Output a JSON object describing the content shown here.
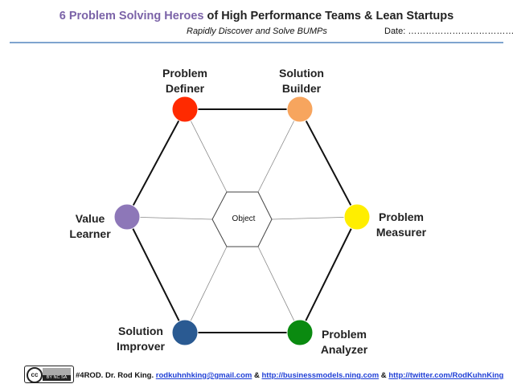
{
  "header": {
    "title_highlight": "6 Problem Solving Heroes",
    "title_rest": " of High Performance Teams & Lean Startups",
    "subtitle": "Rapidly Discover and Solve BUMPs",
    "date_label": "Date: ……………………………….."
  },
  "center": {
    "label": "Object"
  },
  "roles": [
    {
      "line1": "Problem",
      "line2": "Definer",
      "color": "#ff2a00"
    },
    {
      "line1": "Solution",
      "line2": "Builder",
      "color": "#f7a55e"
    },
    {
      "line1": "Problem",
      "line2": "Measurer",
      "color": "#ffee00"
    },
    {
      "line1": "Problem",
      "line2": "Analyzer",
      "color": "#0a8a10"
    },
    {
      "line1": "Solution",
      "line2": "Improver",
      "color": "#2a5a92"
    },
    {
      "line1": "Value",
      "line2": "Learner",
      "color": "#8d77b8"
    }
  ],
  "footer": {
    "license_badge": "cc",
    "license_text": "BY NC SA",
    "prefix": "#4ROD. Dr. Rod King. ",
    "email": "rodkuhnhking@gmail.com",
    "sep1": " & ",
    "link1": "http://businessmodels.ning.com",
    "sep2": " & ",
    "link2": "http://twitter.com/RodKuhnKing"
  }
}
